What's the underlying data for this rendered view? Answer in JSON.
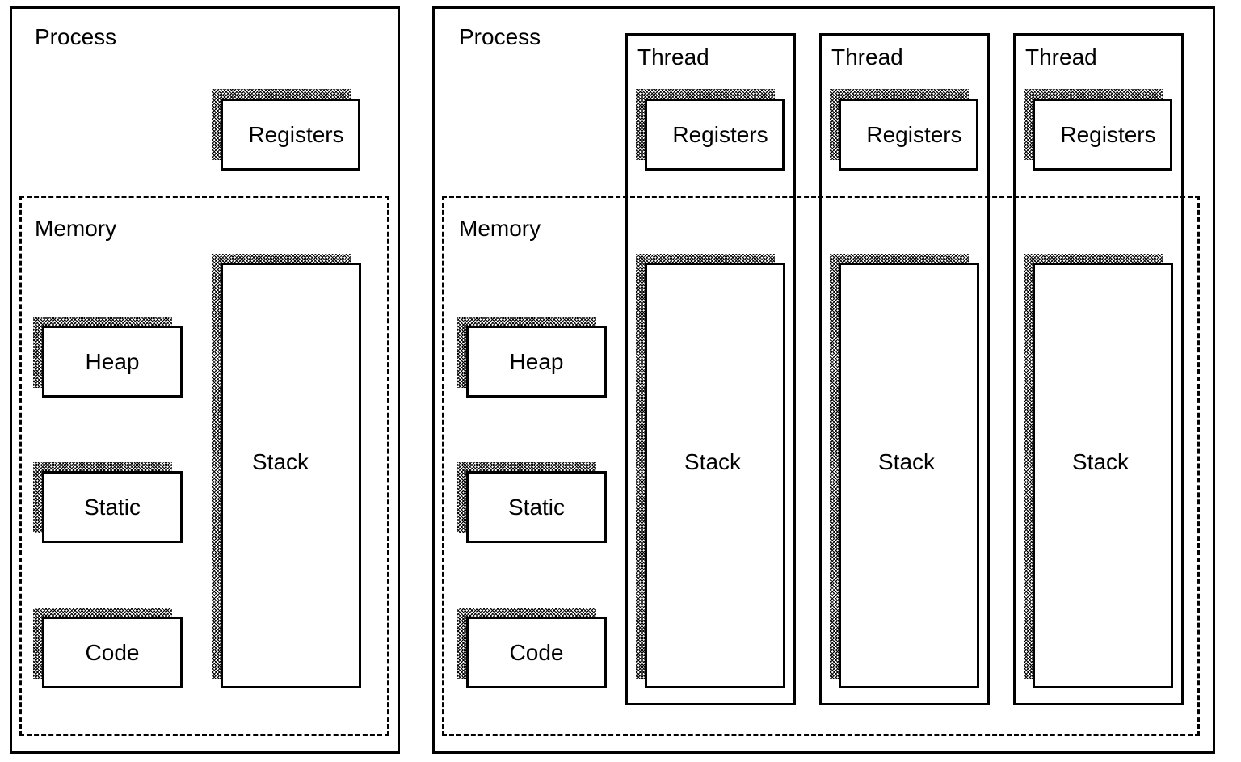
{
  "left_process": {
    "title": "Process",
    "registers": "Registers",
    "memory_label": "Memory",
    "heap": "Heap",
    "static": "Static",
    "code": "Code",
    "stack": "Stack"
  },
  "right_process": {
    "title": "Process",
    "memory_label": "Memory",
    "heap": "Heap",
    "static": "Static",
    "code": "Code",
    "threads": [
      {
        "title": "Thread",
        "registers": "Registers",
        "stack": "Stack"
      },
      {
        "title": "Thread",
        "registers": "Registers",
        "stack": "Stack"
      },
      {
        "title": "Thread",
        "registers": "Registers",
        "stack": "Stack"
      }
    ]
  }
}
